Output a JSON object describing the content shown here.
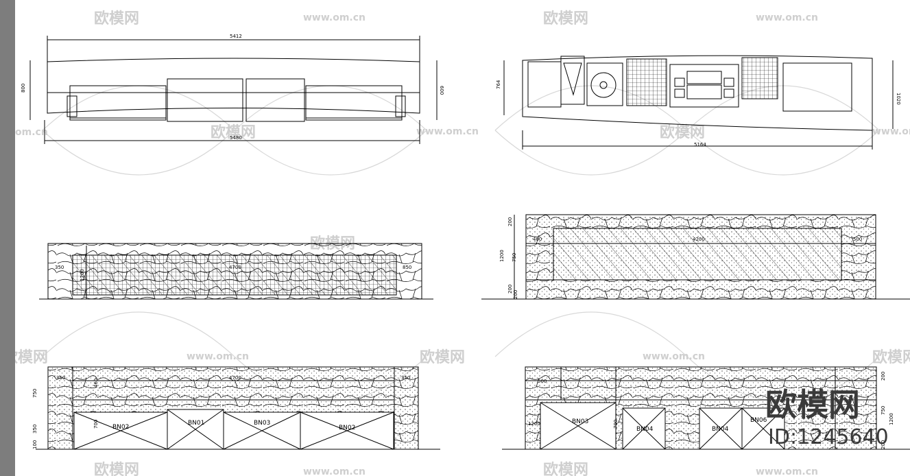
{
  "panels": {
    "top_left": {
      "dim_top": "5412",
      "dim_left": "800",
      "dim_right": "600",
      "dim_bottom": "5480"
    },
    "top_right": {
      "dim_left": "764",
      "dim_right": "1020",
      "dim_bottom": "5164"
    },
    "mid_left": {
      "dim_left": "350",
      "dim_right": "850",
      "dim_center": "4700",
      "dim_vertical": "1200"
    },
    "mid_right": {
      "dim_top": "200",
      "dim_left_a": "400",
      "dim_center": "4200",
      "dim_right_a": "500",
      "dim_height": "1200",
      "dim_mid": "750",
      "dim_bottom_a": "200",
      "dim_bottom_b": "200"
    },
    "bottom_left": {
      "dim_left": "350",
      "dim_right": "350",
      "dim_center": "4700",
      "dim_v1": "750",
      "dim_v2": "350",
      "dim_v3": "100",
      "dim_inner1": "460",
      "dim_inner2": "700",
      "labels": [
        "BN02",
        "BN01",
        "BN03",
        "BN02"
      ]
    },
    "bottom_right": {
      "dim_left": "500",
      "dim_top": "200",
      "dim_v1": "750",
      "dim_v2": "1200",
      "dim_v3": "200",
      "dim_inner": "700",
      "dim_side": "1200",
      "labels": [
        "BN03",
        "BN04",
        "BN04",
        "BN06"
      ]
    }
  },
  "watermark": {
    "brand": "欧模网",
    "url": "www.om.cn",
    "url_partial": "om.cn",
    "id_text": "ID:1245640"
  }
}
